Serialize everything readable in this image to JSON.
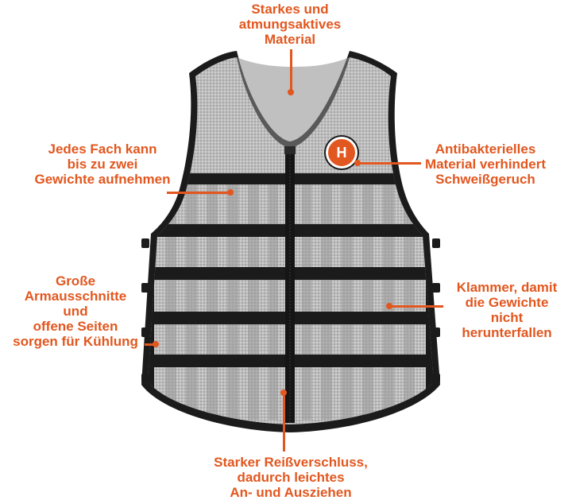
{
  "colors": {
    "accent": "#e2571f",
    "vest_fabric": "#b9b9b9",
    "vest_trim": "#1b1b1b",
    "background": "#ffffff"
  },
  "logo": {
    "letter": "H",
    "icon": "h-logo-icon"
  },
  "annotations": {
    "material": {
      "lines": [
        "Starkes und",
        "atmungsaktives",
        "Material"
      ]
    },
    "compartments": {
      "lines": [
        "Jedes Fach kann",
        "bis zu zwei",
        "Gewichte aufnehmen"
      ]
    },
    "antibacterial": {
      "lines": [
        "Antibakterielles",
        "Material verhindert",
        "Schweißgeruch"
      ]
    },
    "armholes": {
      "lines": [
        "Große",
        "Armausschnitte",
        "und",
        "offene Seiten",
        "sorgen für Kühlung"
      ]
    },
    "clamps": {
      "lines": [
        "Klammer, damit",
        "die Gewichte",
        "nicht",
        "herunterfallen"
      ]
    },
    "zipper": {
      "lines": [
        "Starker Reißverschluss,",
        "dadurch leichtes",
        "An- und Ausziehen"
      ]
    }
  }
}
